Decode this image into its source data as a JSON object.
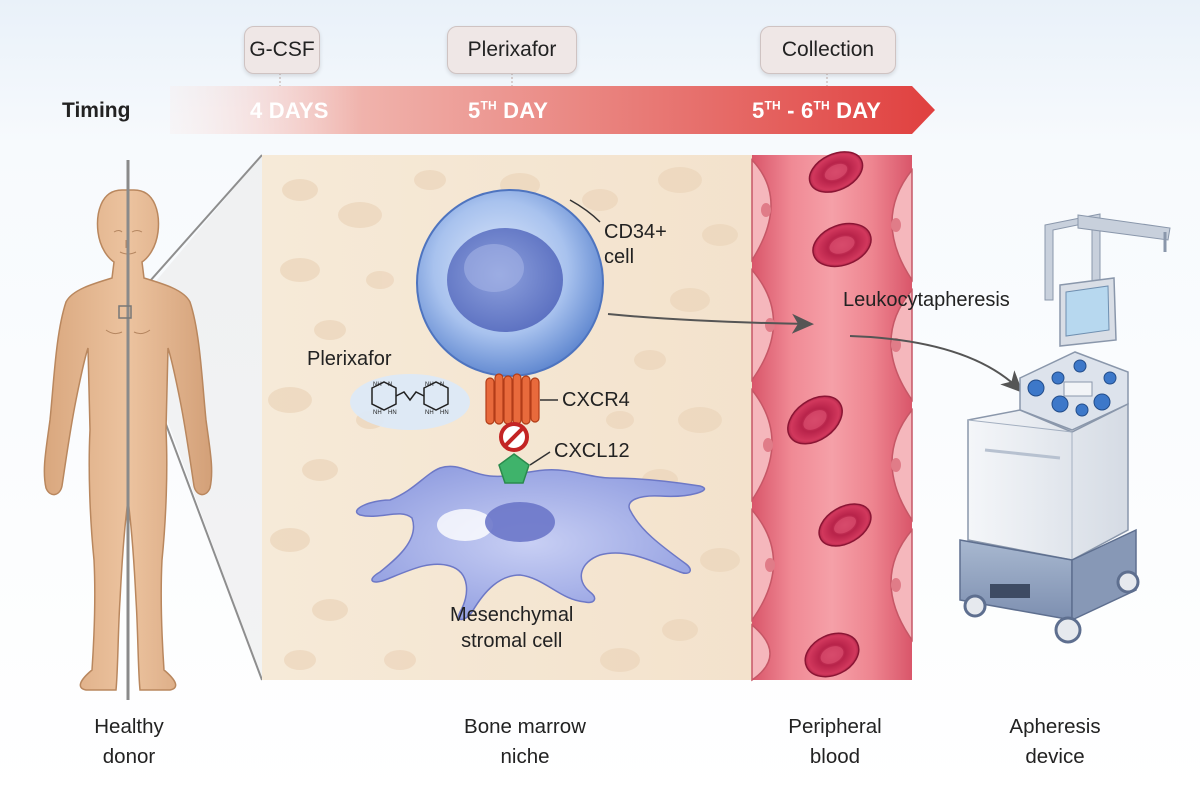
{
  "colors": {
    "timeline_start": "#f5d3cf",
    "timeline_end": "#e04a4a",
    "cd34": "#7ea6e0",
    "vessel": "#e0707c",
    "rbc": "#c0264a",
    "stromal": "#a9b4e8",
    "cxcr4": "#e86a3c",
    "cxcl12": "#3fb36b",
    "skin": "#e2b48d"
  },
  "timeline": {
    "title": "Timing",
    "steps": [
      {
        "label": "G-CSF",
        "timing": "4 DAYS"
      },
      {
        "label": "Plerixafor",
        "timing_num": "5",
        "timing_sup": "TH",
        "timing_rest": "DAY"
      },
      {
        "label": "Collection",
        "timing_num1": "5",
        "timing_sup1": "TH",
        "timing_mid": "- 6",
        "timing_sup2": "TH",
        "timing_rest": "DAY"
      }
    ]
  },
  "labels": {
    "cd34_line1": "CD34+",
    "cd34_line2": "cell",
    "plerixafor": "Plerixafor",
    "cxcr4": "CXCR4",
    "cxcl12": "CXCL12",
    "stromal_line1": "Mesenchymal",
    "stromal_line2": "stromal cell",
    "leukocytapheresis": "Leukocytapheresis"
  },
  "bottom_labels": [
    {
      "line1": "Healthy",
      "line2": "donor"
    },
    {
      "line1": "Bone marrow",
      "line2": "niche"
    },
    {
      "line1": "Peripheral",
      "line2": "blood"
    },
    {
      "line1": "Apheresis",
      "line2": "device"
    }
  ]
}
